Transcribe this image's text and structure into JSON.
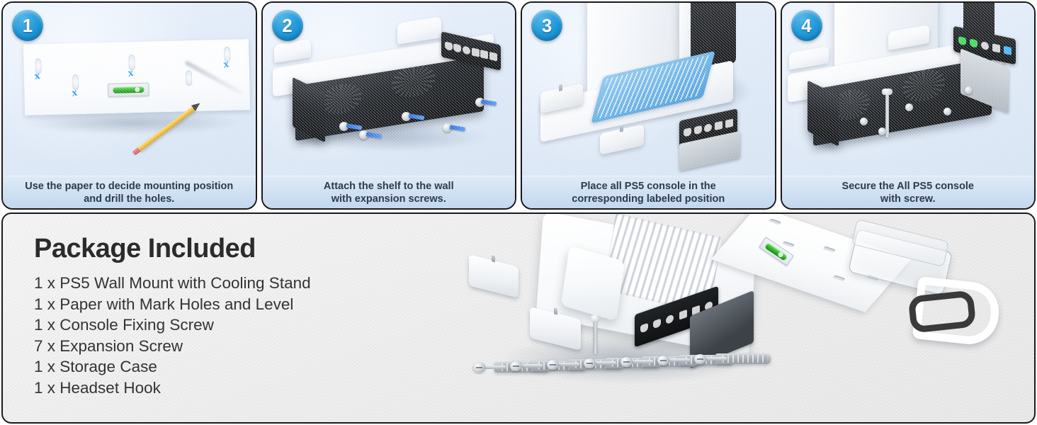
{
  "steps": [
    {
      "number": "1",
      "caption_line1": "Use the paper to decide mounting position",
      "caption_line2": "and drill the holes.",
      "scene": "paper-template-on-wall-with-pencil"
    },
    {
      "number": "2",
      "caption_line1": "Attach the shelf to the wall",
      "caption_line2": "with expansion screws.",
      "scene": "shelf-mounted-with-expansion-screws"
    },
    {
      "number": "3",
      "caption_line1": "Place all PS5 console in the",
      "caption_line2": "corresponding labeled position",
      "scene": "ps5-console-placed-on-stand"
    },
    {
      "number": "4",
      "caption_line1": "Secure the All PS5 console",
      "caption_line2": "with screw.",
      "scene": "console-secured-with-screw"
    }
  ],
  "package": {
    "title": "Package Included",
    "items": [
      "1 x PS5 Wall Mount with Cooling Stand",
      "1 x Paper with Mark Holes and Level",
      "1 x Console Fixing Screw",
      "7 x Expansion Screw",
      "1 x Storage Case",
      "1 x Headset Hook"
    ],
    "photo_parts": [
      "cooling-stand",
      "paper-template-with-level",
      "storage-case",
      "headset-hook",
      "console-fixing-screw",
      "expansion-screws"
    ],
    "expansion_screw_count": 7
  },
  "colors": {
    "badge_blue": "#1e97d8",
    "caption_bg": "#cfe0f2",
    "caption_text": "#2c3a4e",
    "panel_border": "#1a1a1a",
    "package_bg": "#ebebeb",
    "package_text": "#333333",
    "mark_blue": "#2196f3",
    "level_green": "#2fb82a",
    "pad_blue": "#62aee4"
  }
}
